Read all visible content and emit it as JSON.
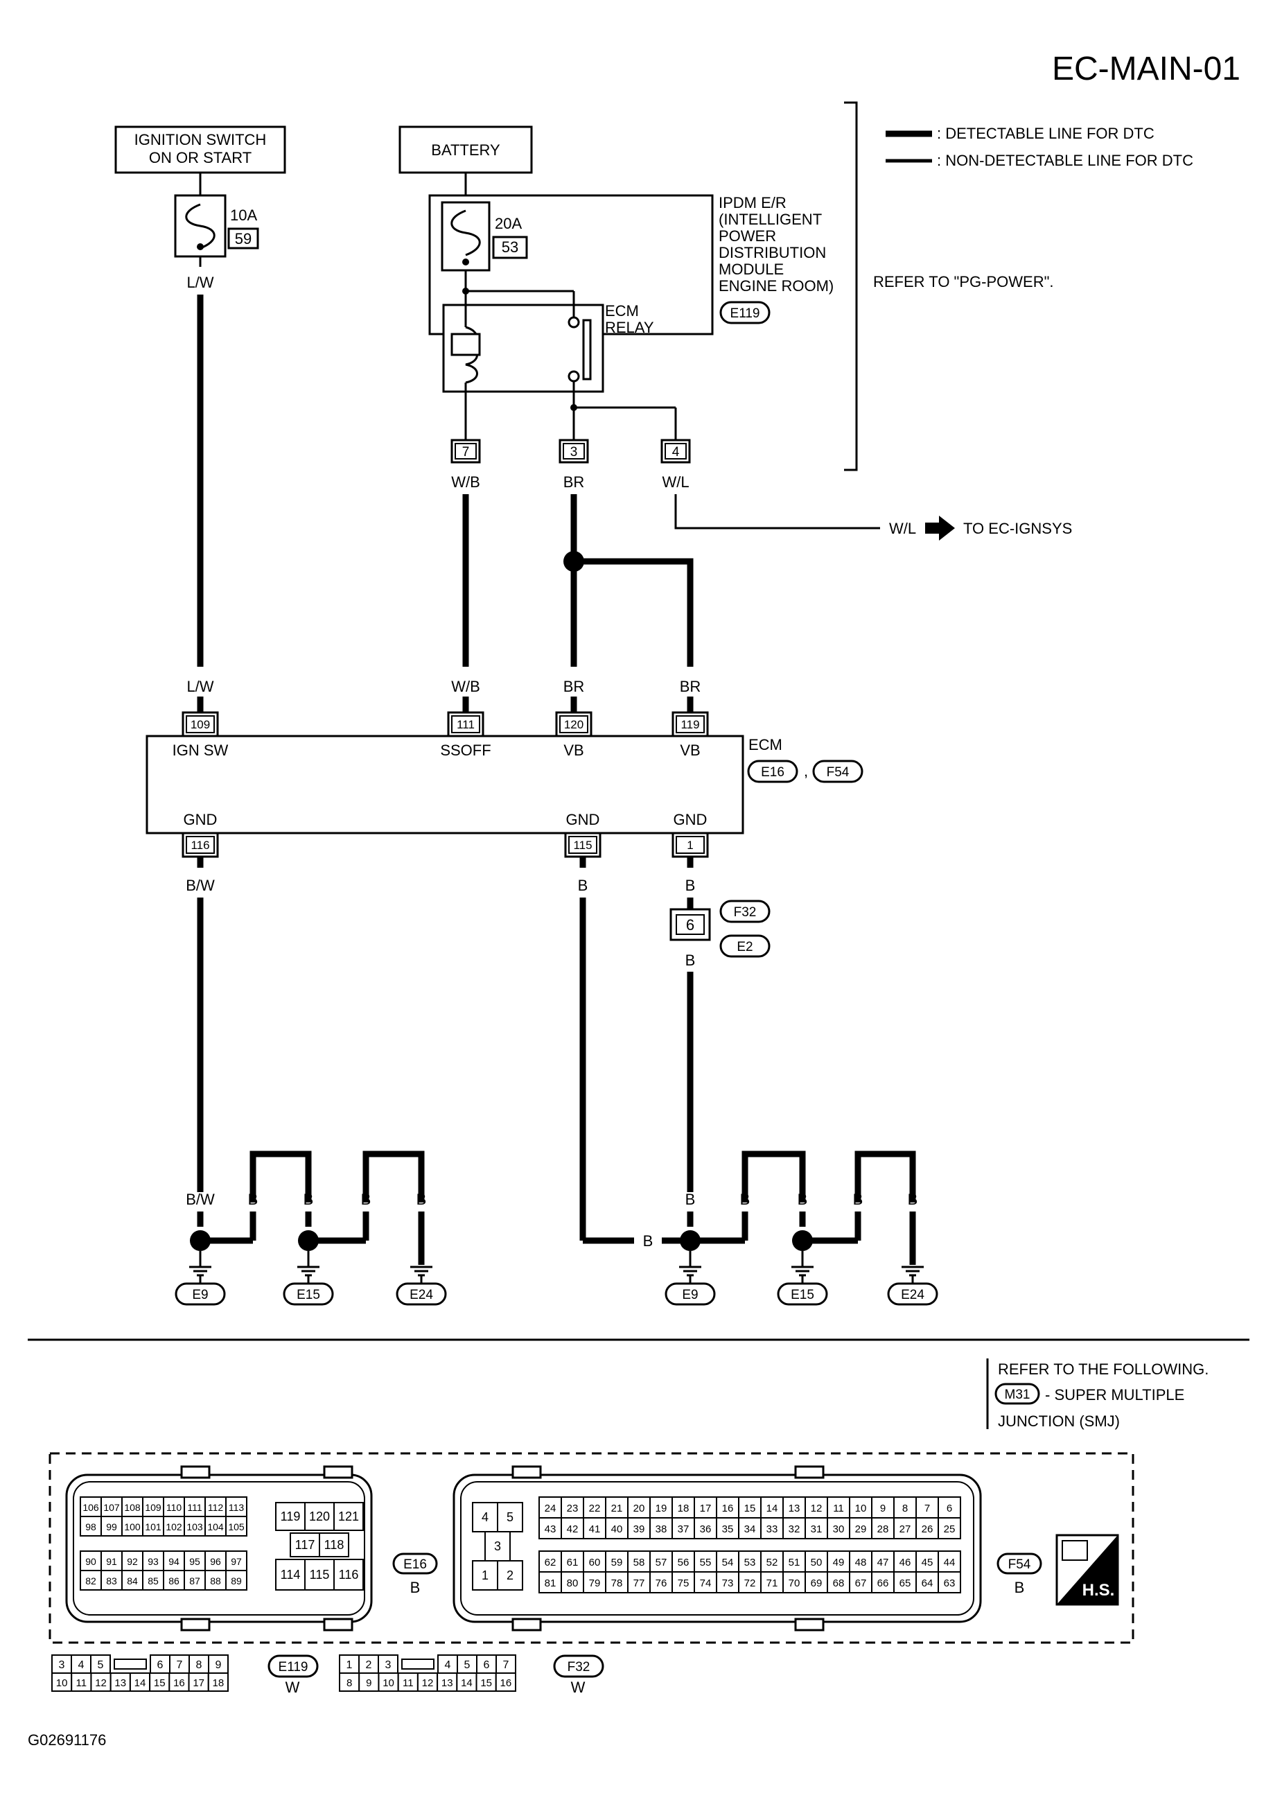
{
  "title": "EC-MAIN-01",
  "legend": {
    "detectable": ": DETECTABLE LINE FOR DTC",
    "non_detectable": ": NON-DETECTABLE LINE FOR DTC",
    "refer": "REFER TO \"PG-POWER\"."
  },
  "ignition_switch": {
    "line1": "IGNITION SWITCH",
    "line2": "ON OR START"
  },
  "fuse_ign": {
    "rating": "10A",
    "number": "59"
  },
  "battery": "BATTERY",
  "fuse_bat": {
    "rating": "20A",
    "number": "53"
  },
  "ipdm": {
    "lines": [
      "IPDM E/R",
      "(INTELLIGENT",
      "POWER",
      "DISTRIBUTION",
      "MODULE",
      "ENGINE ROOM)"
    ],
    "connector": "E119"
  },
  "ecm_relay": {
    "line1": "ECM",
    "line2": "RELAY"
  },
  "ipdm_pins": [
    "7",
    "3",
    "4"
  ],
  "wires": {
    "lw": "L/W",
    "wb": "W/B",
    "br": "BR",
    "wl": "W/L",
    "bw": "B/W",
    "b": "B"
  },
  "to_ignsys": "TO EC-IGNSYS",
  "ecm": {
    "label": "ECM",
    "conn1": "E16",
    "sep": ",",
    "conn2": "F54",
    "top_pins": [
      "109",
      "111",
      "120",
      "119"
    ],
    "top_labels": [
      "IGN SW",
      "SSOFF",
      "VB",
      "VB"
    ],
    "bottom_pins": [
      "116",
      "115",
      "1"
    ],
    "bottom_labels": [
      "GND",
      "GND",
      "GND"
    ]
  },
  "joint": {
    "pin": "6",
    "conn1": "F32",
    "conn2": "E2"
  },
  "grounds": [
    "E9",
    "E15",
    "E24",
    "E9",
    "E15",
    "E24"
  ],
  "refer_following": {
    "line1": "REFER TO THE FOLLOWING.",
    "conn": "M31",
    "line2": "- SUPER MULTIPLE",
    "line3": "JUNCTION (SMJ)"
  },
  "e16_connector": {
    "id": "E16",
    "color": "B",
    "left_rows": [
      [
        "106",
        "107",
        "108",
        "109",
        "110",
        "111",
        "112",
        "113"
      ],
      [
        "98",
        "99",
        "100",
        "101",
        "102",
        "103",
        "104",
        "105"
      ],
      [
        "90",
        "91",
        "92",
        "93",
        "94",
        "95",
        "96",
        "97"
      ],
      [
        "82",
        "83",
        "84",
        "85",
        "86",
        "87",
        "88",
        "89"
      ]
    ],
    "right_top": [
      "119",
      "120",
      "121"
    ],
    "right_mid": [
      "117",
      "118"
    ],
    "right_bot": [
      "114",
      "115",
      "116"
    ]
  },
  "f54_connector": {
    "id": "F54",
    "color": "B",
    "left_cells": [
      "4",
      "5",
      "3",
      "1",
      "2"
    ],
    "rows": [
      [
        "24",
        "23",
        "22",
        "21",
        "20",
        "19",
        "18",
        "17",
        "16",
        "15",
        "14",
        "13",
        "12",
        "11",
        "10",
        "9",
        "8",
        "7",
        "6"
      ],
      [
        "43",
        "42",
        "41",
        "40",
        "39",
        "38",
        "37",
        "36",
        "35",
        "34",
        "33",
        "32",
        "31",
        "30",
        "29",
        "28",
        "27",
        "26",
        "25"
      ],
      [
        "62",
        "61",
        "60",
        "59",
        "58",
        "57",
        "56",
        "55",
        "54",
        "53",
        "52",
        "51",
        "50",
        "49",
        "48",
        "47",
        "46",
        "45",
        "44"
      ],
      [
        "81",
        "80",
        "79",
        "78",
        "77",
        "76",
        "75",
        "74",
        "73",
        "72",
        "71",
        "70",
        "69",
        "68",
        "67",
        "66",
        "65",
        "64",
        "63"
      ]
    ]
  },
  "hs_badge": "H.S.",
  "e119_connector": {
    "id": "E119",
    "color": "W",
    "top_left": [
      "3",
      "4",
      "5"
    ],
    "top_right": [
      "6",
      "7",
      "8",
      "9"
    ],
    "bottom": [
      "10",
      "11",
      "12",
      "13",
      "14",
      "15",
      "16",
      "17",
      "18"
    ]
  },
  "f32_connector": {
    "id": "F32",
    "color": "W",
    "top_left": [
      "1",
      "2",
      "3"
    ],
    "top_right": [
      "4",
      "5",
      "6",
      "7"
    ],
    "bottom": [
      "8",
      "9",
      "10",
      "11",
      "12",
      "13",
      "14",
      "15",
      "16"
    ]
  },
  "figure_id": "G02691176"
}
